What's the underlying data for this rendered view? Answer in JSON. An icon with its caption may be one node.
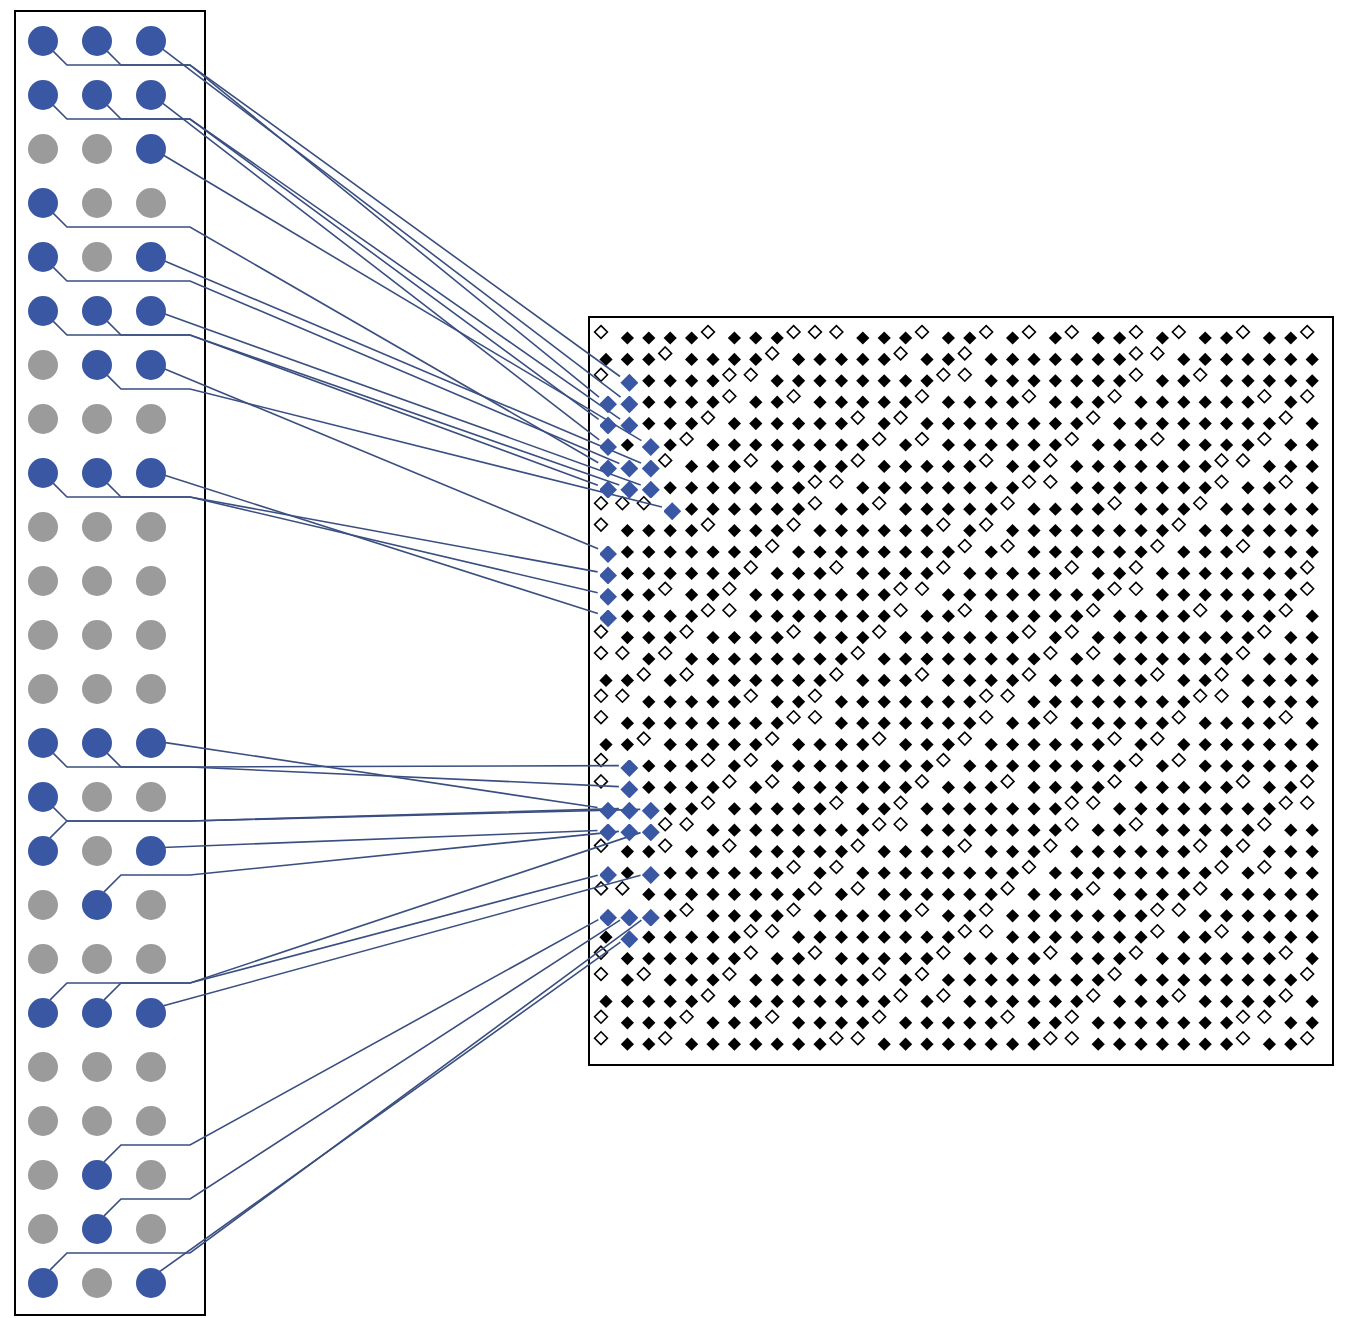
{
  "diagram": {
    "nodes": [
      {
        "text": [],
        "shape": "box"
      },
      {
        "text": [],
        "shape": "circle",
        "in": 0
      },
      {
        "text": [],
        "shape": "circle",
        "in": 0
      },
      {
        "text": [],
        "shape": "circle",
        "in": 0
      },
      {
        "text": [],
        "shape": "circle",
        "in": 0
      },
      {
        "text": [],
        "shape": "circle",
        "in": 0
      },
      {
        "text": [],
        "shape": "circle",
        "in": 0
      },
      {
        "text": [],
        "shape": "circle",
        "in": 0
      },
      {
        "text": [],
        "shape": "circle",
        "in": 0
      },
      {
        "text": [],
        "shape": "circle",
        "in": 0
      },
      {
        "text": [],
        "shape": "circle",
        "in": 0
      },
      {
        "text": [],
        "shape": "circle",
        "in": 0
      },
      {
        "text": [],
        "shape": "circle",
        "in": 0
      },
      {
        "text": [],
        "shape": "circle",
        "in": 0
      },
      {
        "text": [],
        "shape": "circle",
        "in": 0
      },
      {
        "text": [],
        "shape": "circle",
        "in": 0
      },
      {
        "text": [],
        "shape": "circle",
        "in": 0
      },
      {
        "text": [],
        "shape": "circle",
        "in": 0
      },
      {
        "text": [],
        "shape": "circle",
        "in": 0
      },
      {
        "text": [],
        "shape": "circle",
        "in": 0
      },
      {
        "text": [],
        "shape": "circle",
        "in": 0
      },
      {
        "text": [],
        "shape": "circle",
        "in": 0
      },
      {
        "text": [],
        "shape": "circle",
        "in": 0
      },
      {
        "text": [],
        "shape": "circle",
        "in": 0
      },
      {
        "text": [],
        "shape": "circle",
        "in": 0
      },
      {
        "text": [],
        "shape": "circle",
        "in": 0
      },
      {
        "text": [],
        "shape": "circle",
        "in": 0
      },
      {
        "text": [],
        "shape": "circle",
        "in": 0
      },
      {
        "text": [],
        "shape": "circle",
        "in": 0
      },
      {
        "text": [],
        "shape": "circle",
        "in": 0
      },
      {
        "text": [],
        "shape": "circle",
        "in": 0
      },
      {
        "text": [],
        "shape": "circle",
        "in": 0
      },
      {
        "text": [],
        "shape": "circle",
        "in": 0
      },
      {
        "text": [],
        "shape": "circle",
        "in": 0
      },
      {
        "text": [],
        "shape": "circle",
        "in": 0
      },
      {
        "text": [],
        "shape": "circle",
        "in": 0
      },
      {
        "text": [],
        "shape": "circle",
        "in": 0
      },
      {
        "text": [],
        "shape": "circle",
        "in": 0
      },
      {
        "text": [],
        "shape": "circle",
        "in": 0
      },
      {
        "text": [],
        "shape": "circle",
        "in": 0
      },
      {
        "text": [],
        "shape": "circle",
        "in": 0
      },
      {
        "text": [],
        "shape": "circle",
        "in": 0
      },
      {
        "text": [],
        "shape": "circle",
        "in": 0
      },
      {
        "text": [],
        "shape": "circle",
        "in": 0
      },
      {
        "text": [],
        "shape": "circle",
        "in": 0
      },
      {
        "text": [],
        "shape": "circle",
        "in": 0
      },
      {
        "text": [],
        "shape": "circle",
        "in": 0
      },
      {
        "text": [],
        "shape": "circle",
        "in": 0
      },
      {
        "text": [],
        "shape": "circle",
        "in": 0
      },
      {
        "text": [],
        "shape": "circle",
        "in": 0
      },
      {
        "text": [],
        "shape": "circle",
        "in": 0
      },
      {
        "text": [],
        "shape": "circle",
        "in": 0
      },
      {
        "text": [],
        "shape": "circle",
        "in": 0
      },
      {
        "text": [],
        "shape": "circle",
        "in": 0
      },
      {
        "text": [],
        "shape": "circle",
        "in": 0
      },
      {
        "text": [],
        "shape": "circle",
        "in": 0
      },
      {
        "text": [],
        "shape": "circle",
        "in": 0
      },
      {
        "text": [],
        "shape": "circle",
        "in": 0
      },
      {
        "text": [],
        "shape": "circle",
        "in": 0
      },
      {
        "text": [],
        "shape": "circle",
        "in": 0
      },
      {
        "text": [],
        "shape": "circle",
        "in": 0
      },
      {
        "text": [],
        "shape": "circle",
        "in": 0
      },
      {
        "text": [],
        "shape": "circle",
        "in": 0
      },
      {
        "text": [],
        "shape": "circle",
        "in": 0
      },
      {
        "text": [],
        "shape": "circle",
        "in": 0
      },
      {
        "text": [],
        "shape": "circle",
        "in": 0
      },
      {
        "text": [],
        "shape": "circle",
        "in": 0
      },
      {
        "text": [],
        "shape": "circle",
        "in": 0
      },
      {
        "text": [],
        "shape": "circle",
        "in": 0
      },
      {
        "text": [],
        "shape": "circle",
        "in": 0
      },
      {
        "text": [],
        "shape": "circle",
        "in": 0
      },
      {
        "text": [],
        "shape": "circle",
        "in": 0
      },
      {
        "text": [],
        "shape": "circle",
        "in": 0
      },
      {
        "text": [],
        "shape": "box"
      },
      {
        "text": [],
        "shape": "diamond",
        "in": 73
      },
      {
        "text": [],
        "shape": "diamond",
        "in": 73
      },
      {
        "text": [],
        "shape": "diamond",
        "in": 73
      },
      {
        "text": [],
        "shape": "diamond",
        "in": 73
      },
      {
        "text": [],
        "shape": "diamond",
        "in": 73
      },
      {
        "text": [],
        "shape": "diamond",
        "in": 73
      },
      {
        "text": [],
        "shape": "diamond",
        "in": 73
      },
      {
        "text": [],
        "shape": "diamond",
        "in": 73
      },
      {
        "text": [],
        "shape": "diamond",
        "in": 73
      },
      {
        "text": [],
        "shape": "diamond",
        "in": 73
      },
      {
        "text": [],
        "shape": "diamond",
        "in": 73
      },
      {
        "text": [],
        "shape": "diamond",
        "in": 73
      },
      {
        "text": [],
        "shape": "diamond",
        "in": 73
      },
      {
        "text": [],
        "shape": "diamond",
        "in": 73
      },
      {
        "text": [],
        "shape": "diamond",
        "in": 73
      },
      {
        "text": [],
        "shape": "diamond",
        "in": 73
      },
      {
        "text": [],
        "shape": "diamond",
        "in": 73
      },
      {
        "text": [],
        "shape": "diamond",
        "in": 73
      },
      {
        "text": [],
        "shape": "diamond",
        "in": 73
      },
      {
        "text": [],
        "shape": "diamond",
        "in": 73
      },
      {
        "text": [],
        "shape": "diamond",
        "in": 73
      },
      {
        "text": [],
        "shape": "diamond",
        "in": 73
      },
      {
        "text": [],
        "shape": "diamond",
        "in": 73
      },
      {
        "text": [],
        "shape": "diamond",
        "in": 73
      },
      {
        "text": [],
        "shape": "diamond",
        "in": 73
      },
      {
        "text": [],
        "shape": "diamond",
        "in": 73
      },
      {
        "text": [],
        "shape": "diamond",
        "in": 73
      },
      {
        "text": [],
        "shape": "diamond",
        "in": 73
      },
      {
        "text": [],
        "shape": "diamond",
        "in": 73
      },
      {
        "text": [],
        "shape": "diamond",
        "in": 73
      },
      {
        "text": [],
        "shape": "diamond",
        "in": 73
      },
      {
        "text": [],
        "shape": "diamond",
        "in": 73
      }
    ],
    "edges": [
      {
        "from": 1,
        "to": 74,
        "arrow": "none"
      },
      {
        "from": 2,
        "to": 75,
        "arrow": "none"
      },
      {
        "from": 3,
        "to": 76,
        "arrow": "none"
      },
      {
        "from": 4,
        "to": 77,
        "arrow": "none"
      },
      {
        "from": 5,
        "to": 78,
        "arrow": "none"
      },
      {
        "from": 6,
        "to": 79,
        "arrow": "none"
      },
      {
        "from": 9,
        "to": 80,
        "arrow": "none"
      },
      {
        "from": 10,
        "to": 81,
        "arrow": "none"
      },
      {
        "from": 13,
        "to": 82,
        "arrow": "none"
      },
      {
        "from": 15,
        "to": 83,
        "arrow": "none"
      },
      {
        "from": 16,
        "to": 84,
        "arrow": "none"
      },
      {
        "from": 17,
        "to": 85,
        "arrow": "none"
      },
      {
        "from": 18,
        "to": 86,
        "arrow": "none"
      },
      {
        "from": 20,
        "to": 87,
        "arrow": "none"
      },
      {
        "from": 21,
        "to": 88,
        "arrow": "none"
      },
      {
        "from": 25,
        "to": 89,
        "arrow": "none"
      },
      {
        "from": 26,
        "to": 90,
        "arrow": "none"
      },
      {
        "from": 27,
        "to": 91,
        "arrow": "none"
      },
      {
        "from": 40,
        "to": 92,
        "arrow": "none"
      },
      {
        "from": 41,
        "to": 93,
        "arrow": "none"
      },
      {
        "from": 42,
        "to": 94,
        "arrow": "none"
      },
      {
        "from": 43,
        "to": 95,
        "arrow": "none"
      },
      {
        "from": 46,
        "to": 96,
        "arrow": "none"
      },
      {
        "from": 48,
        "to": 97,
        "arrow": "none"
      },
      {
        "from": 50,
        "to": 98,
        "arrow": "none"
      },
      {
        "from": 55,
        "to": 99,
        "arrow": "none"
      },
      {
        "from": 56,
        "to": 100,
        "arrow": "none"
      },
      {
        "from": 57,
        "to": 101,
        "arrow": "none"
      },
      {
        "from": 65,
        "to": 102,
        "arrow": "none"
      },
      {
        "from": 68,
        "to": 103,
        "arrow": "none"
      },
      {
        "from": 70,
        "to": 104,
        "arrow": "none"
      },
      {
        "from": 72,
        "to": 105,
        "arrow": "none"
      }
    ]
  }
}
